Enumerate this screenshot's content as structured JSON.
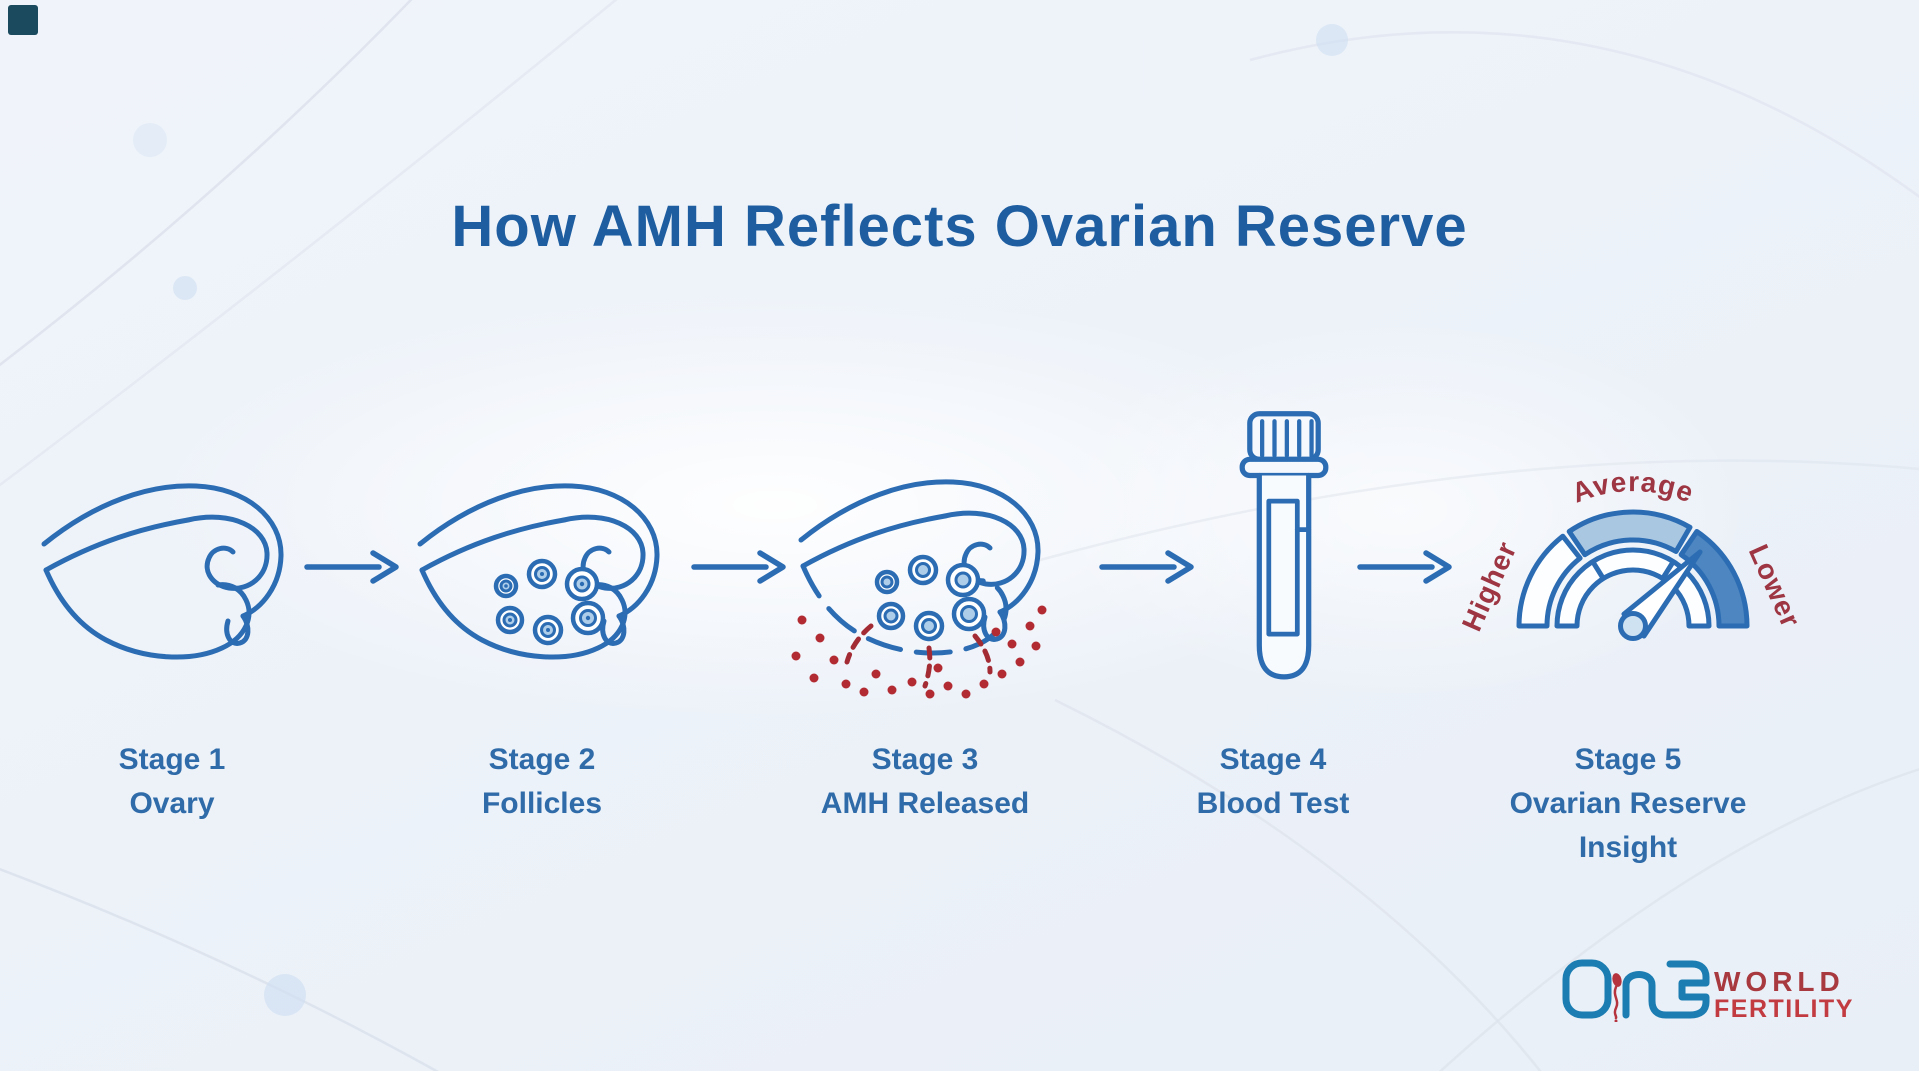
{
  "title": "How AMH Reflects Ovarian Reserve",
  "stages": [
    {
      "number": "Stage 1",
      "label": "Ovary"
    },
    {
      "number": "Stage 2",
      "label": "Follicles"
    },
    {
      "number": "Stage 3",
      "label": "AMH Released"
    },
    {
      "number": "Stage 4",
      "label": "Blood Test"
    },
    {
      "number": "Stage 5",
      "label": "Ovarian Reserve Insight"
    }
  ],
  "gauge": {
    "left_label": "Higher",
    "top_label": "Average",
    "right_label": "Lower"
  },
  "logo": {
    "brand_word": "ONE",
    "line1": "WORLD",
    "line2": "FERTILITY"
  },
  "colors": {
    "title_blue": "#1d5da0",
    "line_blue": "#2b6cb3",
    "caption_blue": "#2f6ba8",
    "follicle_fill": "#aecde9",
    "gauge_middle_fill": "#aac7e2",
    "gauge_right_fill": "#4d86c0",
    "amh_dot_red": "#b22b33",
    "gauge_label_red": "#9d3642",
    "logo_teal": "#1b7db2",
    "logo_red": "#b43a40",
    "background": "#edf2f9"
  }
}
